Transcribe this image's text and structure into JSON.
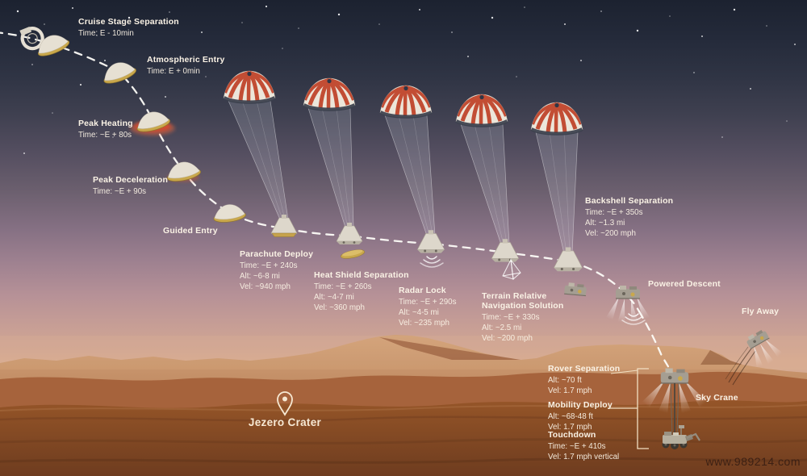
{
  "stages": {
    "cruise": {
      "title": "Cruise Stage Separation",
      "time": "Time: E - 10min"
    },
    "entry": {
      "title": "Atmospheric Entry",
      "time": "Time: E + 0min"
    },
    "peak_heating": {
      "title": "Peak Heating",
      "time": "Time: ~E + 80s"
    },
    "peak_decel": {
      "title": "Peak Deceleration",
      "time": "Time: ~E + 90s"
    },
    "guided": {
      "title": "Guided Entry"
    },
    "parachute": {
      "title": "Parachute Deploy",
      "time": "Time: ~E + 240s",
      "alt": "Alt: ~6-8 mi",
      "vel": "Vel: ~940 mph"
    },
    "heatshield": {
      "title": "Heat Shield Separation",
      "time": "Time: ~E + 260s",
      "alt": "Alt: ~4-7 mi",
      "vel": "Vel: ~360 mph"
    },
    "radar": {
      "title": "Radar Lock",
      "time": "Time: ~E + 290s",
      "alt": "Alt: ~4-5 mi",
      "vel": "Vel: ~235 mph"
    },
    "trn": {
      "title": "Terrain Relative Navigation Solution",
      "time": "Time: ~E + 330s",
      "alt": "Alt: ~2.5 mi",
      "vel": "Vel: ~200 mph"
    },
    "backshell": {
      "title": "Backshell Separation",
      "time": "Time: ~E + 350s",
      "alt": "Alt: ~1.3 mi",
      "vel": "Vel: ~200 mph"
    },
    "powered": {
      "title": "Powered Descent"
    },
    "flyaway": {
      "title": "Fly Away"
    },
    "rover_sep": {
      "title": "Rover Separation",
      "alt": "Alt: ~70 ft",
      "vel": "Vel: 1.7 mph"
    },
    "mobility": {
      "title": "Mobility Deploy",
      "alt": "Alt: ~68-48 ft",
      "vel": "Vel: 1.7 mph"
    },
    "touchdown": {
      "title": "Touchdown",
      "time": "Time: ~E + 410s",
      "vel": "Vel: 1.7 mph vertical"
    },
    "skycrane": {
      "title": "Sky Crane"
    }
  },
  "location": {
    "name": "Jezero Crater"
  },
  "watermark": {
    "text": "www.989214.com"
  },
  "icons": {
    "location_pin": "location-pin-icon",
    "radar_waves": "radar-waves-icon",
    "trn_marker": "pyramid-marker-icon"
  },
  "colors": {
    "sky_top": "#1c2230",
    "sky_horizon": "#ddb194",
    "terrain": "#9a5a30",
    "parachute_red": "#c0452c",
    "parachute_cream": "#ece6da",
    "heat_shield_gold": "#c9a84c",
    "label_text": "#faf2e5",
    "watermark_text": "#321b12"
  }
}
